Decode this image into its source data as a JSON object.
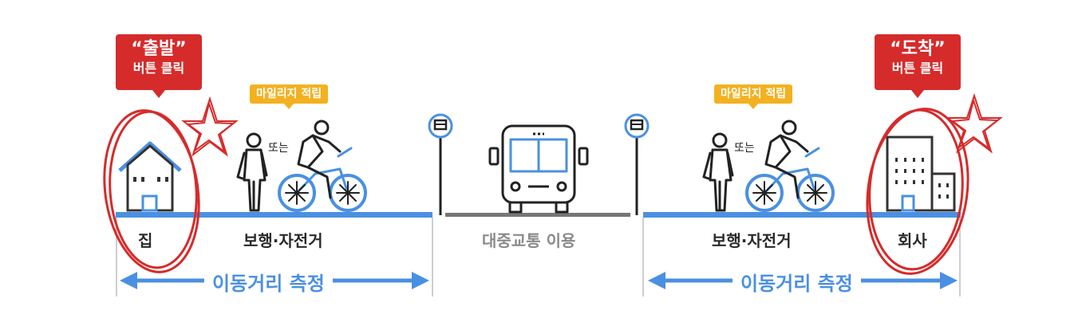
{
  "callouts": {
    "depart": {
      "title": "“출발”",
      "sub": "버튼 클릭"
    },
    "arrive": {
      "title": "“도착”",
      "sub": "버튼 클릭"
    }
  },
  "badges": {
    "mileage": "마일리지 적립"
  },
  "labels": {
    "home": "집",
    "walk_bike": "보행·자전거",
    "or": "또는",
    "transit": "대중교통 이용",
    "company": "회사",
    "measure": "이동거리 측정"
  },
  "colors": {
    "accent": "#4a90e2",
    "alert": "#d62b2b",
    "badge": "#f3b120",
    "road_gray": "#777777"
  },
  "icons": [
    "house-icon",
    "pedestrian-icon",
    "cyclist-icon",
    "bus-stop-icon",
    "bus-icon",
    "office-building-icon",
    "star-doodle-icon"
  ]
}
